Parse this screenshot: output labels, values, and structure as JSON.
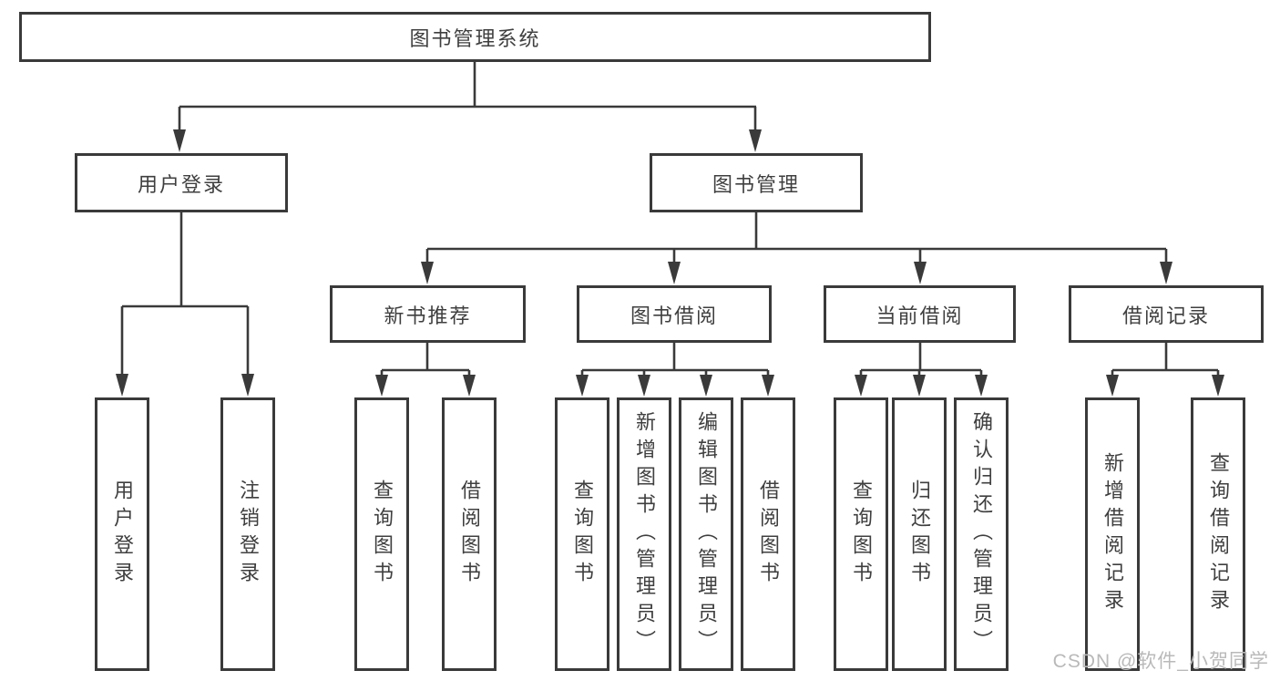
{
  "diagram_title": "图书管理系统",
  "tree": {
    "label": "图书管理系统",
    "children": [
      {
        "label": "用户登录",
        "children": [
          {
            "label": "用户登录"
          },
          {
            "label": "注销登录"
          }
        ]
      },
      {
        "label": "图书管理",
        "children": [
          {
            "label": "新书推荐",
            "children": [
              {
                "label": "查询图书"
              },
              {
                "label": "借阅图书"
              }
            ]
          },
          {
            "label": "图书借阅",
            "children": [
              {
                "label": "查询图书"
              },
              {
                "label": "新增图书（管理员）"
              },
              {
                "label": "编辑图书（管理员）"
              },
              {
                "label": "借阅图书"
              }
            ]
          },
          {
            "label": "当前借阅",
            "children": [
              {
                "label": "查询图书"
              },
              {
                "label": "归还图书"
              },
              {
                "label": "确认归还（管理员）"
              }
            ]
          },
          {
            "label": "借阅记录",
            "children": [
              {
                "label": "新增借阅记录"
              },
              {
                "label": "查询借阅记录"
              }
            ]
          }
        ]
      }
    ]
  },
  "watermark": {
    "text": "CSDN @软件_小贺同学"
  },
  "colors": {
    "line": "#3a3a3a",
    "text": "#3f3f3f",
    "box_fill": "#ffffff",
    "watermark": "#b9b9b9",
    "background": "#ffffff"
  }
}
